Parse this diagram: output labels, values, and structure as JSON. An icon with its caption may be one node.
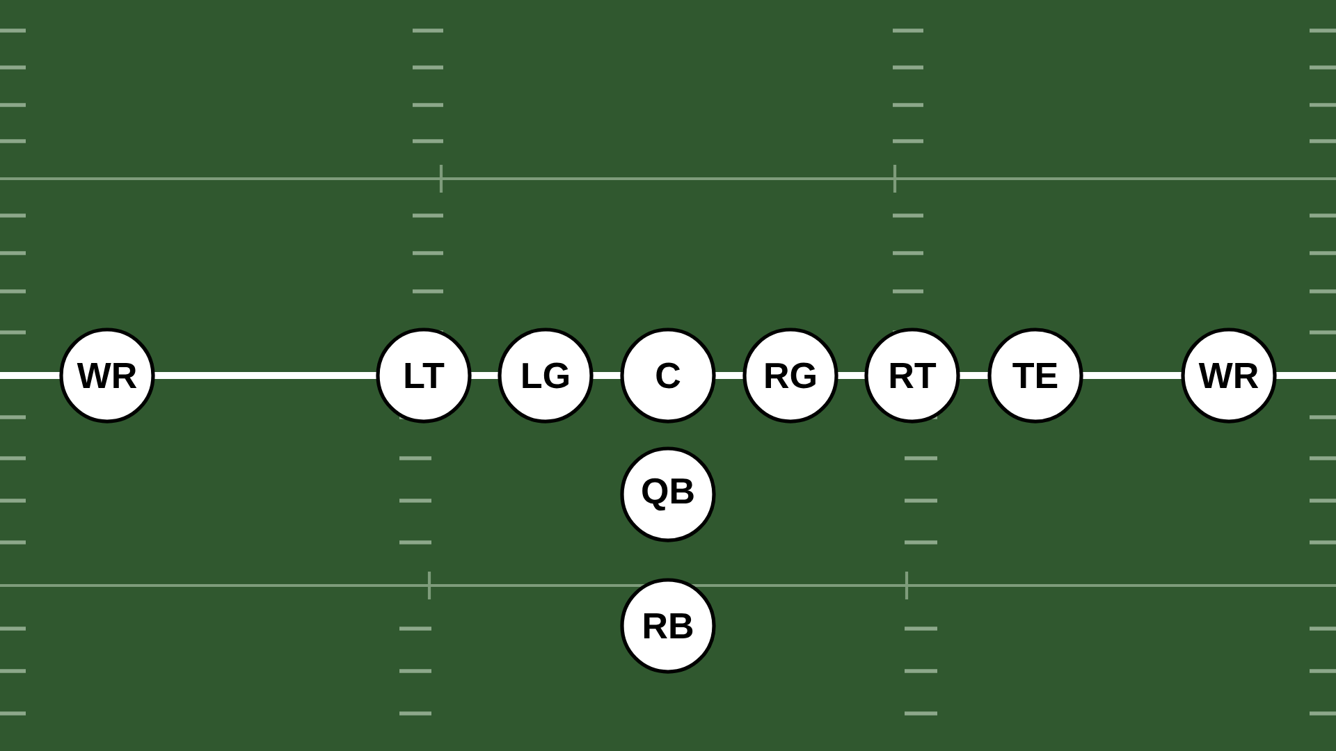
{
  "diagram": {
    "nodes": [
      {
        "text": [
          "WR"
        ]
      },
      {
        "text": [
          "LT"
        ]
      },
      {
        "text": [
          "LG"
        ]
      },
      {
        "text": [
          "C"
        ]
      },
      {
        "text": [
          "RG"
        ]
      },
      {
        "text": [
          "RT"
        ]
      },
      {
        "text": [
          "TE"
        ]
      },
      {
        "text": [
          "WR"
        ]
      },
      {
        "text": [
          "QB"
        ]
      },
      {
        "text": [
          "RB"
        ]
      }
    ]
  }
}
